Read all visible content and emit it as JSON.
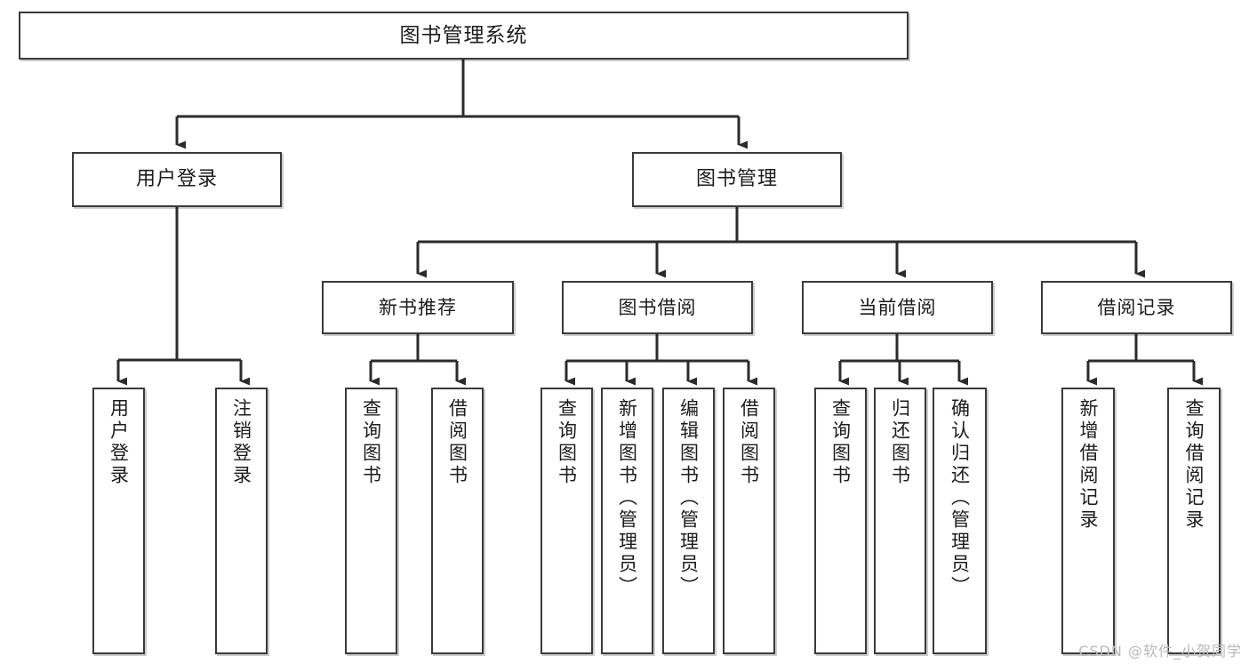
{
  "diagram": {
    "title": "图书管理系统",
    "type": "tree",
    "watermark": "CSDN @软件_小贺同学",
    "colors": {
      "box_border": "#3a3a3a",
      "box_fill": "#ffffff",
      "connector": "#2b2b2b",
      "text": "#1c1c1c",
      "watermark": "#b9b9b9"
    }
  },
  "root": {
    "label": "图书管理系统"
  },
  "level2": [
    {
      "id": "user-login",
      "label": "用户登录"
    },
    {
      "id": "book-manage",
      "label": "图书管理"
    }
  ],
  "level3": [
    {
      "id": "new-book-rec",
      "label": "新书推荐"
    },
    {
      "id": "book-borrow",
      "label": "图书借阅"
    },
    {
      "id": "current-borrow",
      "label": "当前借阅"
    },
    {
      "id": "borrow-record",
      "label": "借阅记录"
    }
  ],
  "leaves": {
    "user_login": [
      {
        "id": "leaf-user-login",
        "label": "用户登录"
      },
      {
        "id": "leaf-logout",
        "label": "注销登录"
      }
    ],
    "new_book_rec": [
      {
        "id": "leaf-query-book-1",
        "label": "查询图书"
      },
      {
        "id": "leaf-borrow-book-1",
        "label": "借阅图书"
      }
    ],
    "book_borrow": [
      {
        "id": "leaf-query-book-2",
        "label": "查询图书"
      },
      {
        "id": "leaf-add-book",
        "label": "新增图书（管理员）"
      },
      {
        "id": "leaf-edit-book",
        "label": "编辑图书（管理员）"
      },
      {
        "id": "leaf-borrow-book-2",
        "label": "借阅图书"
      }
    ],
    "current_borrow": [
      {
        "id": "leaf-query-book-3",
        "label": "查询图书"
      },
      {
        "id": "leaf-return-book",
        "label": "归还图书"
      },
      {
        "id": "leaf-confirm-return",
        "label": "确认归还（管理员）"
      }
    ],
    "borrow_record": [
      {
        "id": "leaf-add-record",
        "label": "新增借阅记录"
      },
      {
        "id": "leaf-query-record",
        "label": "查询借阅记录"
      }
    ]
  }
}
